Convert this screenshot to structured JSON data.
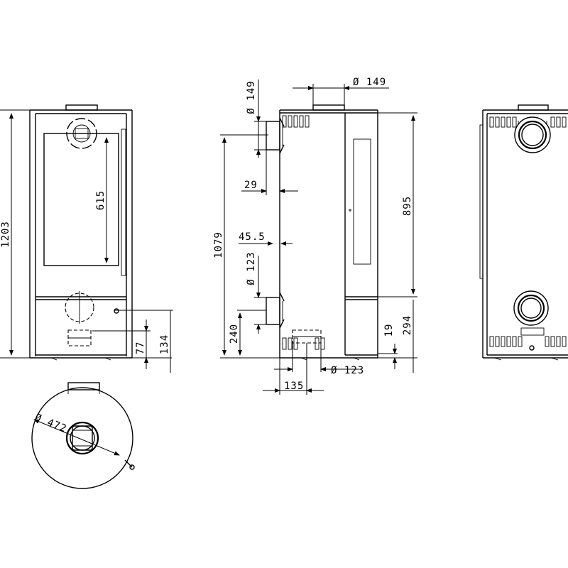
{
  "dimensions": {
    "height_total": "1203",
    "glass_height": "615",
    "front_bottom_a": "77",
    "front_bottom_b": "134",
    "flue_top_diameter": "Ø 149",
    "flue_side_diameter_top": "Ø 149",
    "offset_29": "29",
    "height_side_flue": "1079",
    "offset_45_5": "45.5",
    "air_diameter": "Ø 123",
    "air_height": "240",
    "side_height": "895",
    "bottom_19": "19",
    "bottom_294": "294",
    "bottom_diameter": "Ø 123",
    "bottom_offset": "135",
    "plan_diameter": "Ø 472"
  }
}
